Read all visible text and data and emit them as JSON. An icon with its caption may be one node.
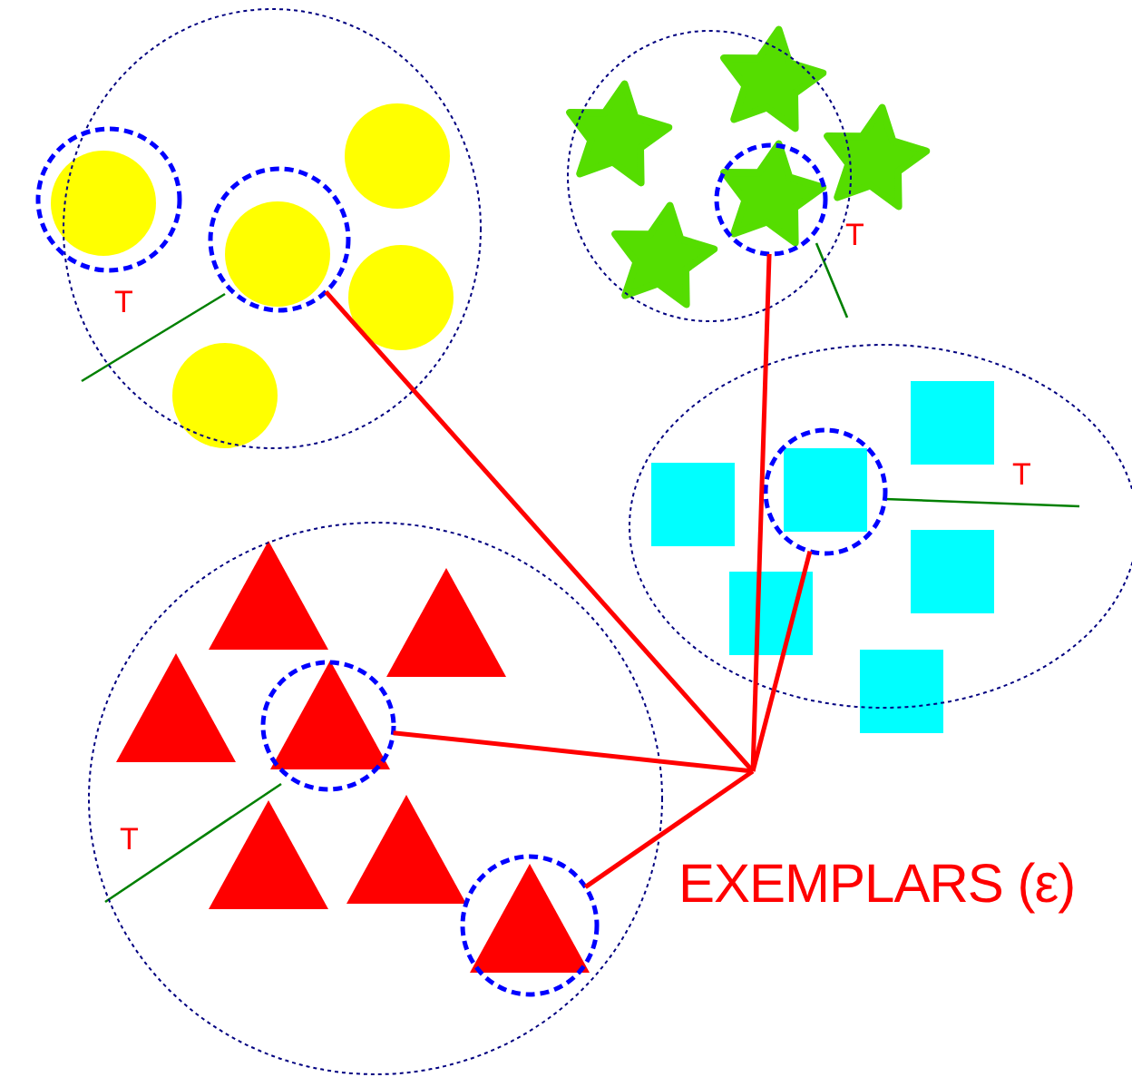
{
  "diagram": {
    "nodes": [
      {
        "text": [],
        "shape": "circle"
      },
      {
        "text": [],
        "shape": "circle",
        "in": 0
      },
      {
        "text": [],
        "shape": "circle",
        "in": 0
      },
      {
        "text": [],
        "shape": "circle"
      },
      {
        "text": [],
        "shape": "circle",
        "in": 3
      },
      {
        "text": [],
        "shape": "circle"
      },
      {
        "text": [],
        "shape": "circle",
        "in": 5
      },
      {
        "text": [],
        "shape": "circle"
      },
      {
        "text": [],
        "shape": "circle",
        "in": 7
      },
      {
        "text": [],
        "shape": "circle",
        "in": 7
      },
      {
        "text": [
          "EXEMPLARS (ε)"
        ]
      }
    ],
    "edges": [
      {
        "from": 10,
        "to": 2,
        "arrow": "none"
      },
      {
        "from": 10,
        "to": 4,
        "arrow": "none"
      },
      {
        "from": 10,
        "to": 6,
        "arrow": "none"
      },
      {
        "from": 10,
        "to": 8,
        "arrow": "none"
      },
      {
        "from": 10,
        "to": 9,
        "arrow": "none"
      }
    ],
    "labels": [
      "T",
      "T",
      "T",
      "T"
    ]
  }
}
